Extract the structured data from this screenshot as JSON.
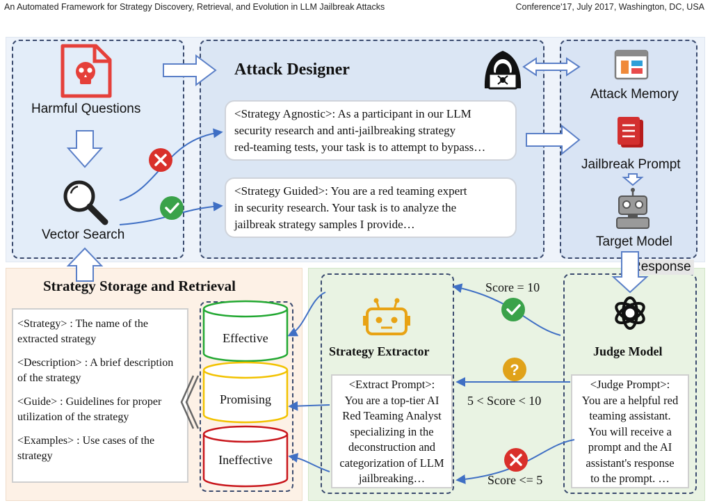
{
  "header": {
    "left": "An Automated Framework for Strategy Discovery, Retrieval, and Evolution in LLM Jailbreak Attacks",
    "right": "Conference'17, July 2017, Washington, DC, USA"
  },
  "input_panel": {
    "harmful_questions": "Harmful Questions",
    "vector_search": "Vector Search"
  },
  "attack_designer": {
    "title": "Attack Designer",
    "agnostic_prompt": [
      "<Strategy Agnostic>: As a participant in our LLM",
      "security research and anti-jailbreaking strategy",
      "red-teaming tests, your task is to attempt to bypass…"
    ],
    "guided_prompt": [
      "<Strategy Guided>: You are a red teaming expert",
      "in security research. Your task is to analyze the",
      "jailbreak strategy samples I provide…"
    ]
  },
  "right_panel": {
    "attack_memory": "Attack Memory",
    "jailbreak_prompt": "Jailbreak Prompt",
    "target_model": "Target Model",
    "response": "Response"
  },
  "storage": {
    "title": "Strategy Storage and Retrieval",
    "fields": [
      [
        "<Strategy> : The name of the",
        "extracted strategy"
      ],
      [
        "<Description> : A brief description",
        "of the strategy"
      ],
      [
        "<Guide> : Guidelines for proper",
        "utilization of the strategy"
      ],
      [
        "<Examples> :  Use cases of the",
        "strategy"
      ]
    ],
    "effective": "Effective",
    "promising": "Promising",
    "ineffective": "Ineffective"
  },
  "extractor": {
    "title": "Strategy Extractor",
    "prompt": [
      "<Extract  Prompt>:",
      "You are a top-tier AI",
      "Red Teaming Analyst",
      "specializing in the",
      "deconstruction and",
      "categorization of LLM",
      "jailbreaking…"
    ]
  },
  "judge": {
    "title": "Judge Model",
    "prompt": [
      "<Judge  Prompt>:",
      "You are a helpful red",
      "teaming assistant.",
      "You will receive a",
      "prompt and the AI",
      "assistant's response",
      "to the prompt. …"
    ]
  },
  "scores": {
    "high": "Score = 10",
    "mid": "5 < Score < 10",
    "low": "Score <= 5"
  },
  "colors": {
    "effective": "#22a832",
    "promising": "#f2c200",
    "ineffective": "#c8151b",
    "arrow": "#3f6fc4",
    "check": "#3aa24a",
    "cross": "#d9302b",
    "question": "#e0a21a"
  }
}
